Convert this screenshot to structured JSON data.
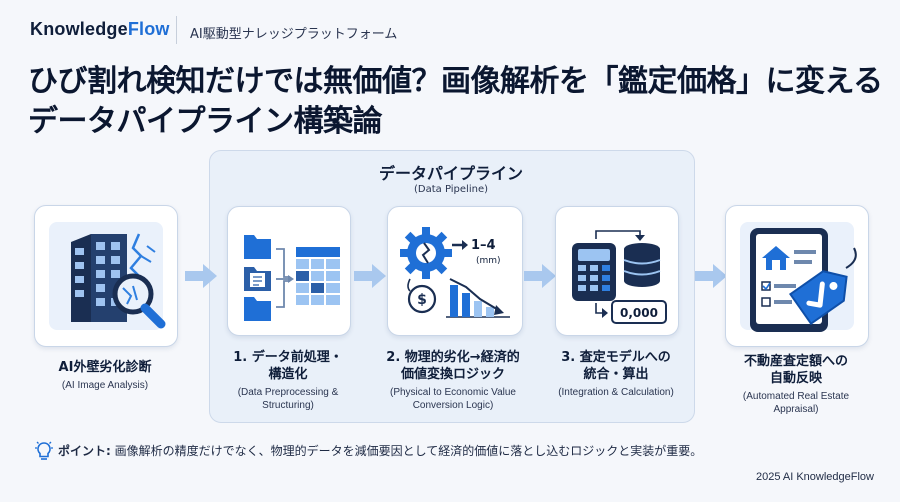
{
  "header": {
    "brand_main": "Knowledge",
    "brand_accent": "Flow",
    "tagline": "AI駆動型ナレッジプラットフォーム"
  },
  "title": {
    "line1": "ひび割れ検知だけでは無価値？画像解析を「鑑定価格」に変える",
    "line2": "データパイプライン構築論"
  },
  "pipeline": {
    "title": "データパイプライン",
    "subtitle": "(Data Pipeline)"
  },
  "steps": [
    {
      "jp_line1": "AI外壁劣化診断",
      "jp_line2": "",
      "en_line1": "(AI Image Analysis)",
      "en_line2": "",
      "icon": "building-crack-magnifier-icon"
    },
    {
      "jp_line1": "1. データ前処理・",
      "jp_line2": "構造化",
      "en_line1": "(Data Preprocessing &",
      "en_line2": "Structuring)",
      "icon": "folders-to-table-icon"
    },
    {
      "jp_line1": "2. 物理的劣化→経済的",
      "jp_line2": "価値変換ロジック",
      "en_line1": "(Physical to Economic Value",
      "en_line2": "Conversion Logic)",
      "icon": "gear-dollar-chart-icon"
    },
    {
      "jp_line1": "3. 査定モデルへの",
      "jp_line2": "統合・算出",
      "en_line1": "(Integration & Calculation)",
      "en_line2": "",
      "icon": "calculator-database-icon"
    },
    {
      "jp_line1": "不動産査定額への",
      "jp_line2": "自動反映",
      "en_line1": "(Automated Real Estate",
      "en_line2": "Appraisal)",
      "icon": "tablet-house-tag-icon"
    }
  ],
  "icon_text": {
    "crack_width": "1–4",
    "crack_unit": "(mm)",
    "calc_result": "0,000"
  },
  "tip": {
    "label": "ポイント:",
    "text": " 画像解析の精度だけでなく、物理的データを減価要因として経済的価値に落とし込むロジックと実装が重要。"
  },
  "footer": {
    "copyright": "2025 AI KnowledgeFlow"
  },
  "colors": {
    "accent": "#1f6fd6",
    "navy": "#0f1e3a",
    "frame_bg": "#e9f0f9"
  }
}
